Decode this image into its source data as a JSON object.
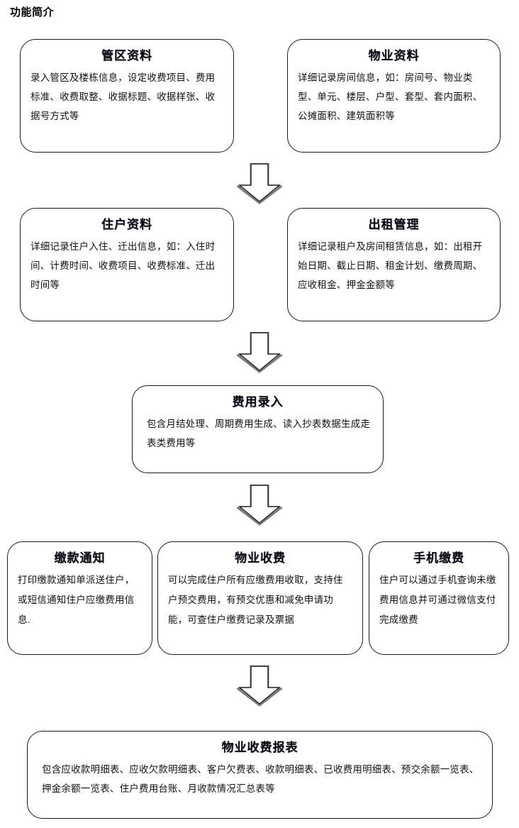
{
  "page": {
    "title": "功能简介"
  },
  "diagram": {
    "type": "flowchart",
    "orientation": "top-to-bottom",
    "nodes": [
      {
        "id": "district",
        "title": "管区资料",
        "body": "录入管区及楼栋信息，设定收费项目、费用标准、收费取整、收据标题、收据样张、收据号方式等",
        "row": 1,
        "column": 1
      },
      {
        "id": "property",
        "title": "物业资料",
        "body": "详细记录房间信息，如：房间号、物业类型、单元、楼层、户型、套型、套内面积、公摊面积、建筑面积等",
        "row": 1,
        "column": 2
      },
      {
        "id": "resident",
        "title": "住户资料",
        "body": "详细记录住户入住、迁出信息，如：入住时间、计费时间、收费项目、收费标准、迁出时间等",
        "row": 2,
        "column": 1
      },
      {
        "id": "rental",
        "title": "出租管理",
        "body": "详细记录租户及房间租赁信息，如：出租开始日期、截止日期、租金计划、缴费周期、应收租金、押金金额等",
        "row": 2,
        "column": 2
      },
      {
        "id": "feeentry",
        "title": "费用录入",
        "body": "包含月结处理、周期费用生成、读入抄表数据生成走表类费用等",
        "row": 3,
        "column": 1
      },
      {
        "id": "notice",
        "title": "缴款通知",
        "body": "打印缴款通知单派送住户，或短信通知住户应缴费用信息.",
        "row": 4,
        "column": 1
      },
      {
        "id": "charging",
        "title": "物业收费",
        "body": "可以完成住户所有应缴费用收取，支持住户预交费用，有预交优惠和减免申请功能，可查住户缴费记录及票据",
        "row": 4,
        "column": 2
      },
      {
        "id": "mobile",
        "title": "手机缴费",
        "body": "住户可以通过手机查询未缴费用信息并可通过微信支付完成缴费",
        "row": 4,
        "column": 3
      },
      {
        "id": "reports",
        "title": "物业收费报表",
        "body": "包含应收款明细表、应收欠款明细表、客户欠费表、收款明细表、已收费用明细表、预交余额一览表、押金余额一览表、住户费用台账、月收款情况汇总表等",
        "row": 5,
        "column": 1
      }
    ],
    "connectors": [
      {
        "id": "arrow-1",
        "icon": "arrow-down-block-icon",
        "from": "row-1",
        "to": "row-2"
      },
      {
        "id": "arrow-2",
        "icon": "arrow-down-block-icon",
        "from": "row-2",
        "to": "feeentry"
      },
      {
        "id": "arrow-3",
        "icon": "arrow-down-block-icon",
        "from": "feeentry",
        "to": "row-4"
      },
      {
        "id": "arrow-4",
        "icon": "arrow-down-block-icon",
        "from": "row-4",
        "to": "reports"
      }
    ],
    "colors": {
      "border": "#1a1a1a",
      "background": "#ffffff",
      "title_text": "#0b0b14",
      "body_text": "#111111",
      "arrow_outline": "#333333",
      "arrow_shadow": "#808080"
    }
  }
}
